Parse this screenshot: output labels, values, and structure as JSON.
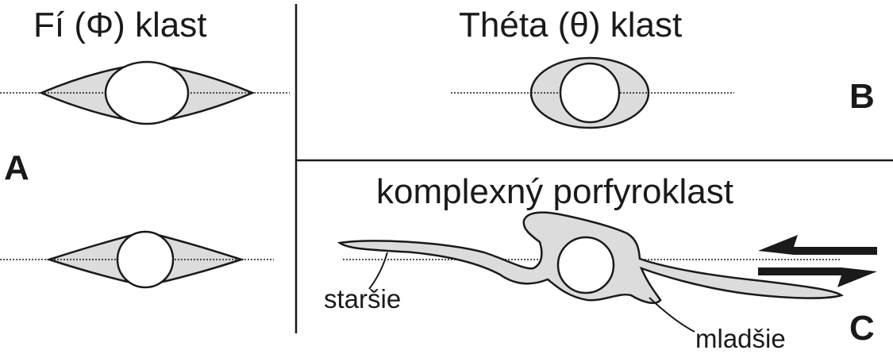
{
  "panel_a": {
    "title": "Fí (Φ) klast",
    "letter": "A"
  },
  "panel_b": {
    "title": "Théta (θ) klast",
    "letter": "B"
  },
  "panel_c": {
    "title": "komplexný porfyroklast",
    "letter": "C",
    "label_older": "staršie",
    "label_younger": "mladšie"
  },
  "colors": {
    "fill": "#dcdcdc",
    "stroke": "#1a1a1a",
    "background": "#ffffff"
  }
}
